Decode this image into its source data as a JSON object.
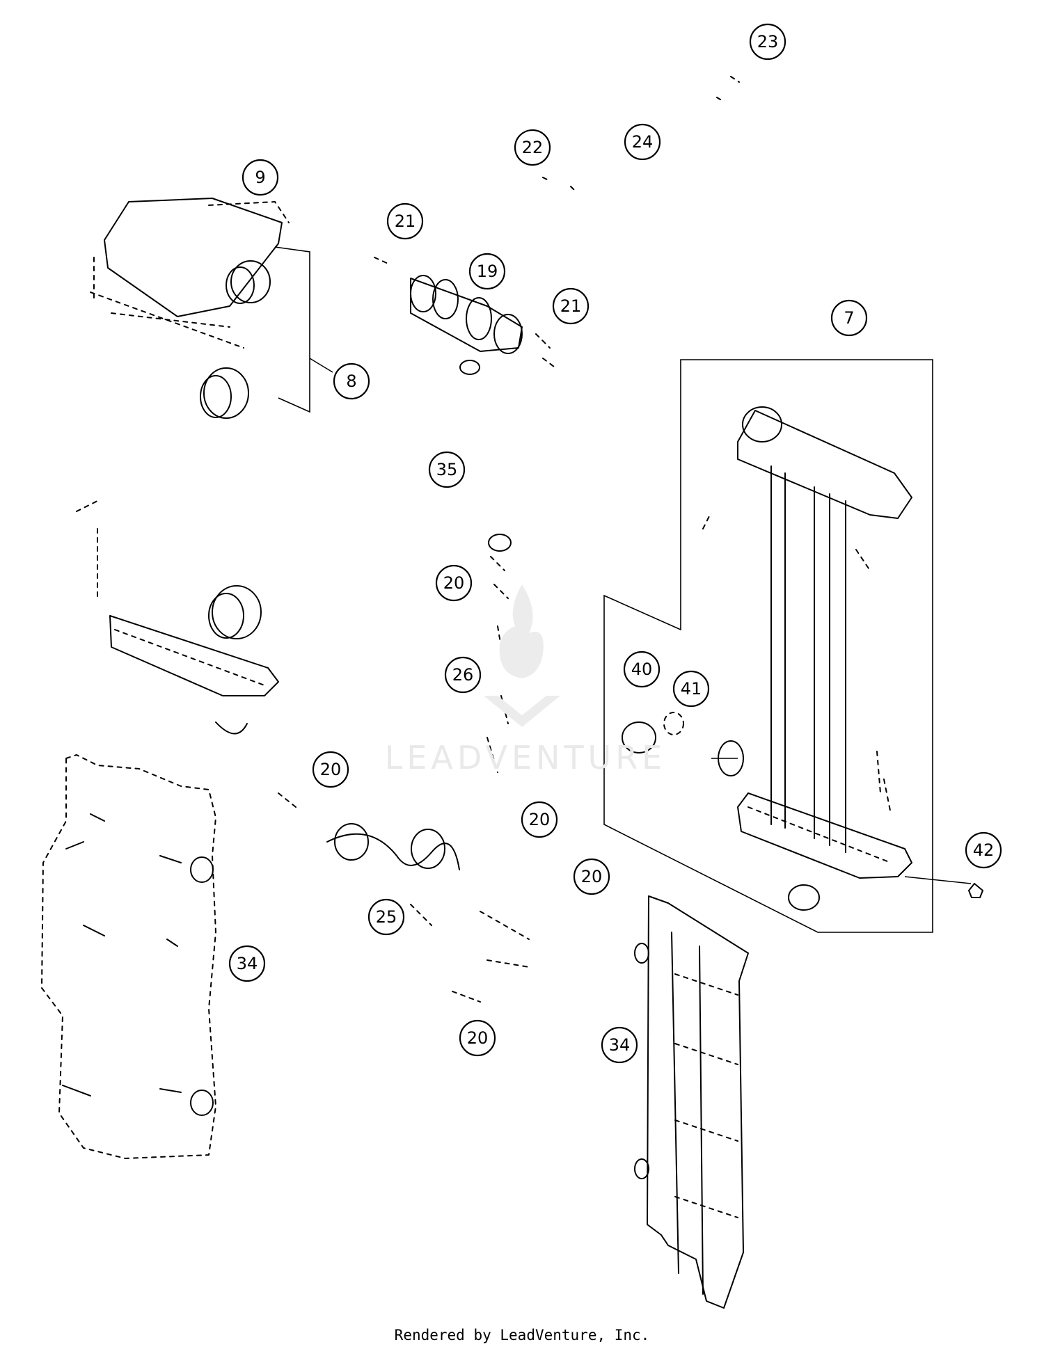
{
  "watermark": "LEADVENTURE",
  "footer": "Rendered by LeadVenture, Inc.",
  "callouts": [
    {
      "id": "c23",
      "label": "23"
    },
    {
      "id": "c22",
      "label": "22"
    },
    {
      "id": "c24",
      "label": "24"
    },
    {
      "id": "c9",
      "label": "9"
    },
    {
      "id": "c21a",
      "label": "21"
    },
    {
      "id": "c19",
      "label": "19"
    },
    {
      "id": "c21b",
      "label": "21"
    },
    {
      "id": "c7",
      "label": "7"
    },
    {
      "id": "c8",
      "label": "8"
    },
    {
      "id": "c35",
      "label": "35"
    },
    {
      "id": "c20a",
      "label": "20"
    },
    {
      "id": "c26",
      "label": "26"
    },
    {
      "id": "c40",
      "label": "40"
    },
    {
      "id": "c41",
      "label": "41"
    },
    {
      "id": "c20b",
      "label": "20"
    },
    {
      "id": "c20c",
      "label": "20"
    },
    {
      "id": "c42",
      "label": "42"
    },
    {
      "id": "c20d",
      "label": "20"
    },
    {
      "id": "c25",
      "label": "25"
    },
    {
      "id": "c34a",
      "label": "34"
    },
    {
      "id": "c20e",
      "label": "20"
    },
    {
      "id": "c34b",
      "label": "34"
    }
  ]
}
